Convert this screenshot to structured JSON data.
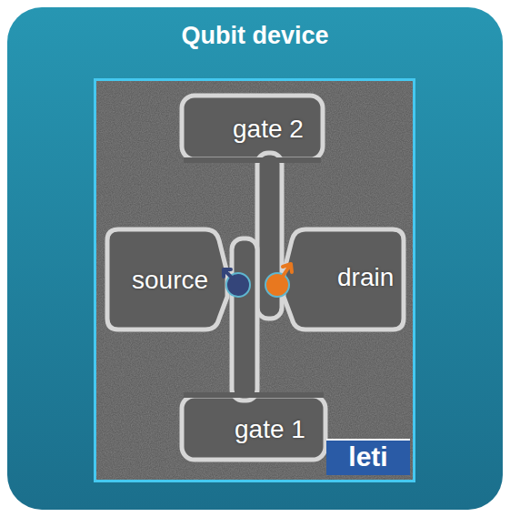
{
  "diagram": {
    "title": "Qubit device",
    "nodes": [
      {
        "text": [
          "gate 2"
        ]
      },
      {
        "text": [
          "source"
        ]
      },
      {
        "text": [
          "drain"
        ]
      },
      {
        "text": [
          "gate 1"
        ]
      }
    ],
    "labels": [
      "leti"
    ]
  }
}
